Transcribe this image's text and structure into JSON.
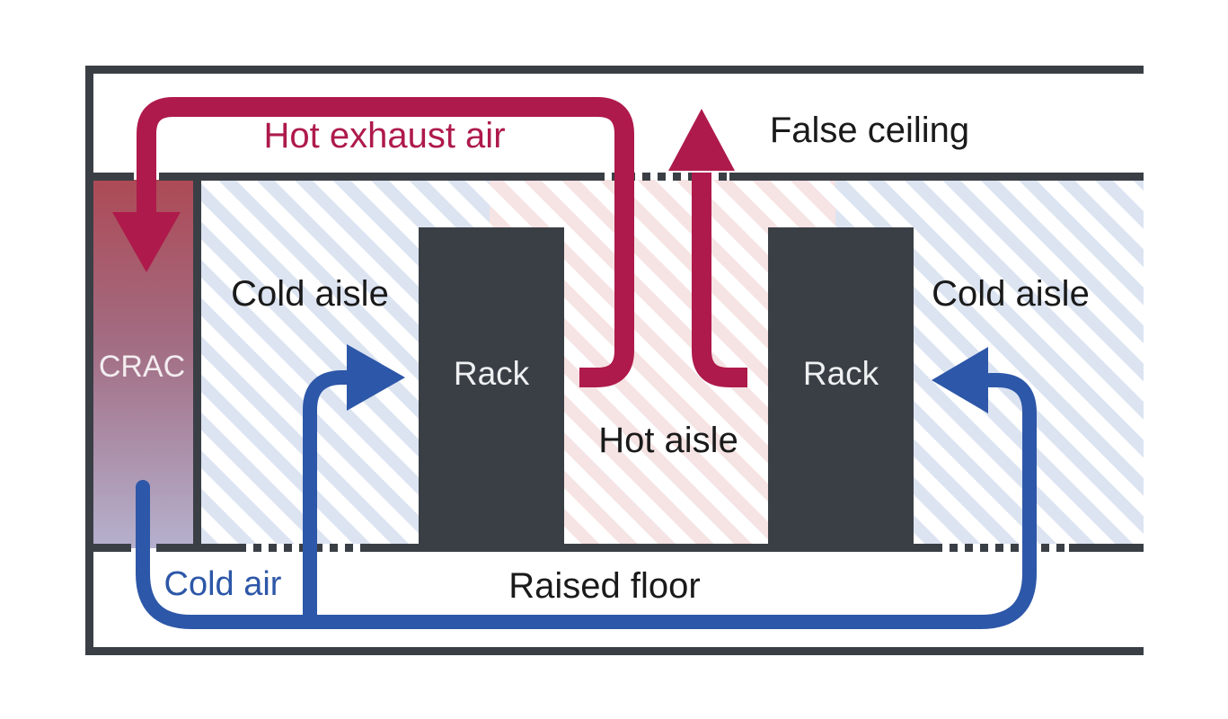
{
  "diagram": {
    "type": "data-center-hot-cold-aisle-airflow",
    "labels": {
      "hot_exhaust_air": "Hot exhaust air",
      "false_ceiling": "False ceiling",
      "cold_aisle_left": "Cold aisle",
      "cold_aisle_right": "Cold aisle",
      "hot_aisle": "Hot aisle",
      "rack_left": "Rack",
      "rack_right": "Rack",
      "crac": "CRAC",
      "raised_floor": "Raised floor",
      "cold_air": "Cold air"
    },
    "colors": {
      "structure_dark": "#3a3f45",
      "pipe_hot_red": "#ae1a4b",
      "pipe_cold_blue": "#2d57a8",
      "cold_stripe": "#dce4f2",
      "hot_stripe": "#f6e3e3",
      "crac_gradient_top": "#ad4a56",
      "crac_gradient_mid": "#a26d83",
      "crac_gradient_bottom": "#b5b1ce",
      "label_black": "#1a1a1a",
      "rack_label_text": "#eef0f2",
      "background": "#ffffff"
    }
  }
}
